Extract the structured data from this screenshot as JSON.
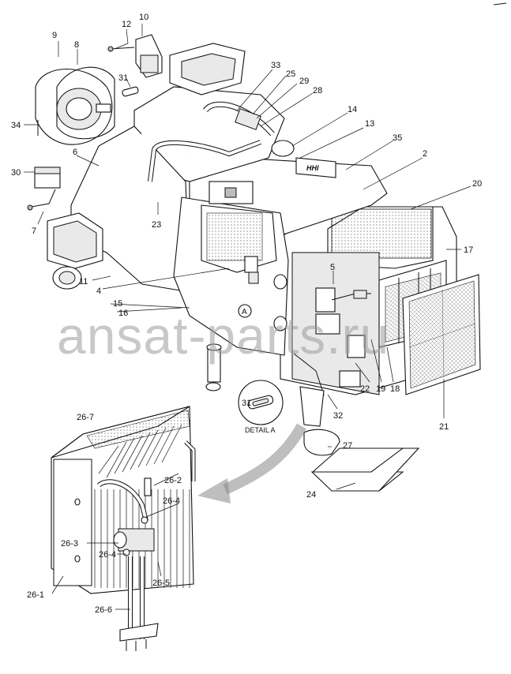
{
  "diagram": {
    "detail_label": "DETAIL A",
    "detail_marker": "A",
    "watermark": "ansat-parts.ru",
    "brand_plate": "HHI",
    "callouts": {
      "c9": "9",
      "c10": "10",
      "c12": "12",
      "c8": "8",
      "c31a": "31",
      "c33": "33",
      "c25": "25",
      "c29": "29",
      "c28": "28",
      "c14": "14",
      "c13": "13",
      "c35": "35",
      "c2": "2",
      "c34": "34",
      "c6": "6",
      "c30": "30",
      "c20": "20",
      "c7": "7",
      "c23": "23",
      "c17": "17",
      "c5": "5",
      "c11": "11",
      "c4": "4",
      "c15": "15",
      "c16": "16",
      "c31b": "31",
      "c22": "22",
      "c19": "19",
      "c18": "18",
      "c21": "21",
      "c32": "32",
      "c26_7": "26-7",
      "c27": "27",
      "c26_2": "26-2",
      "c26_4a": "26-4",
      "c24": "24",
      "c26_3": "26-3",
      "c26_4b": "26-4",
      "c26_5": "26-5",
      "c26_1": "26-1",
      "c26_6": "26-6"
    }
  }
}
